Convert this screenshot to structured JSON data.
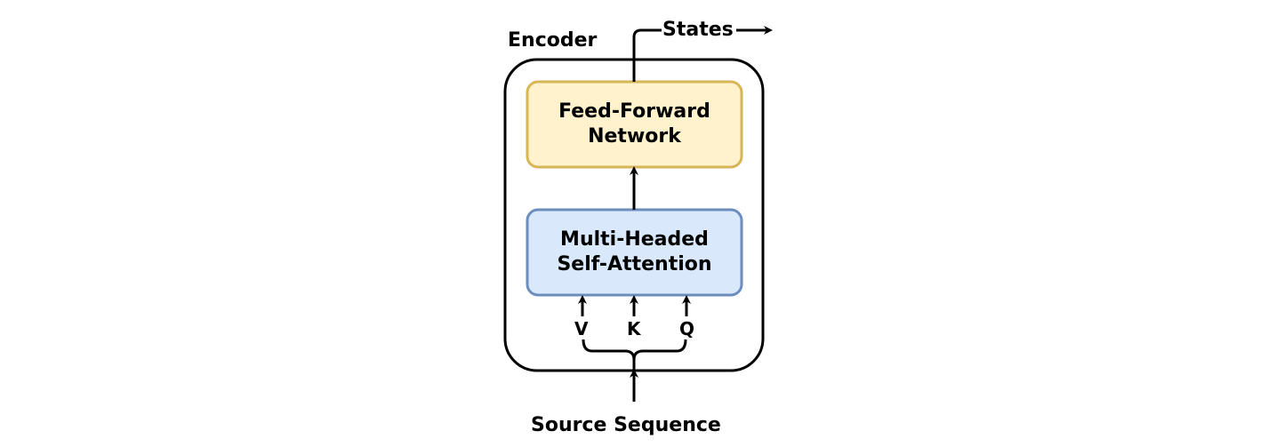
{
  "encoder": {
    "title": "Encoder",
    "feed_forward_label": "Feed-Forward\nNetwork",
    "attention_label": "Multi-Headed\nSelf-Attention",
    "inputs": {
      "v": "V",
      "k": "K",
      "q": "Q"
    }
  },
  "output_label": "States",
  "input_label": "Source Sequence",
  "colors": {
    "feed_forward_fill": "#fff2cc",
    "feed_forward_border": "#d6b656",
    "attention_fill": "#dae8fc",
    "attention_border": "#6c8ebf",
    "line": "#000000"
  }
}
